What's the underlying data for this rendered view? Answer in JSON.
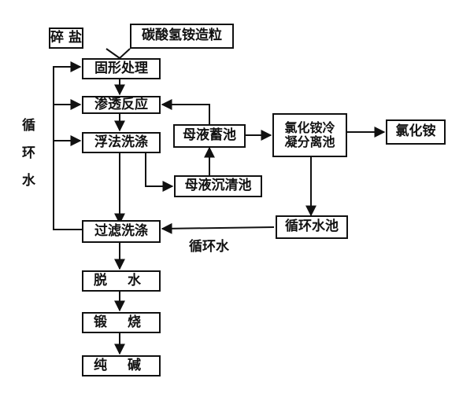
{
  "diagram": {
    "nodes": {
      "crushed_salt": "碎 盐",
      "ammonium_bicarb": "碳酸氢铵造粒",
      "solid_treatment": "固形处理",
      "permeation_reaction": "渗透反应",
      "flotation_wash": "浮法洗涤",
      "mother_liquor_storage": "母液蓄池",
      "mother_liquor_settle": "母液沉清池",
      "nh4cl_sep_line1": "氯化铵冷",
      "nh4cl_sep_line2": "凝分离池",
      "nh4cl_product": "氯化铵",
      "filter_wash": "过滤洗涤",
      "circ_pool": "循环水池",
      "dewater": "脱 水",
      "calcine": "锻 烧",
      "soda_ash": "纯 碱"
    },
    "labels": {
      "circ_water_left": "循环水",
      "circ_water_bottom": "循环水"
    }
  }
}
